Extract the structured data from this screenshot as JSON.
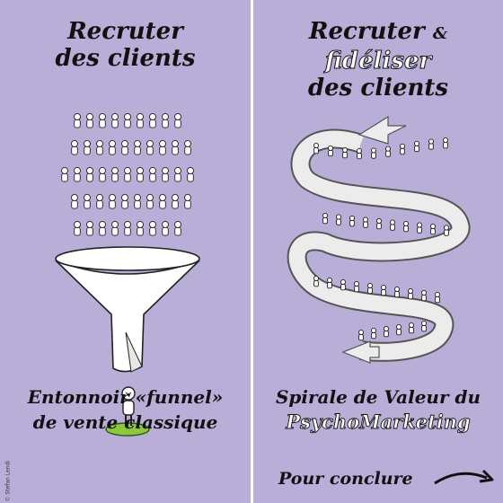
{
  "left_panel": {
    "title_line1": "Recruter",
    "title_line2": "des clients",
    "caption_line1": "Entonnoir «funnel»",
    "caption_line2": "de vente classique"
  },
  "right_panel": {
    "title_word1": "Recruter",
    "title_amp": "&",
    "title_word2": "fidéliser",
    "title_line2": "des clients",
    "caption_line1": "Spirale de Valeur du",
    "caption_line2": "PsychoMarketing"
  },
  "cta_label": "Pour conclure",
  "credit": "© Stefan Lendi",
  "colors": {
    "background": "#b9aed8",
    "divider": "#ffffff",
    "pedestal": "#8dc63f",
    "ink": "#111111"
  },
  "icons": {
    "funnel": "funnel-illustration",
    "crowd": "crowd-of-people",
    "person": "single-person",
    "spiral": "value-spiral",
    "heart": "heart-icon",
    "arrow": "curved-arrow-icon"
  }
}
